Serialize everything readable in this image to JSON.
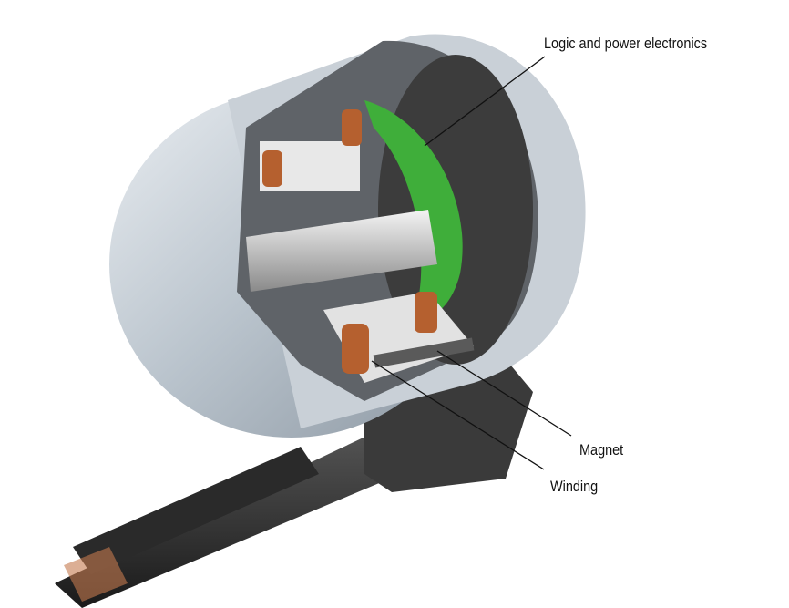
{
  "labels": {
    "logic": "Logic and power electronics",
    "magnet": "Magnet",
    "winding": "Winding"
  }
}
